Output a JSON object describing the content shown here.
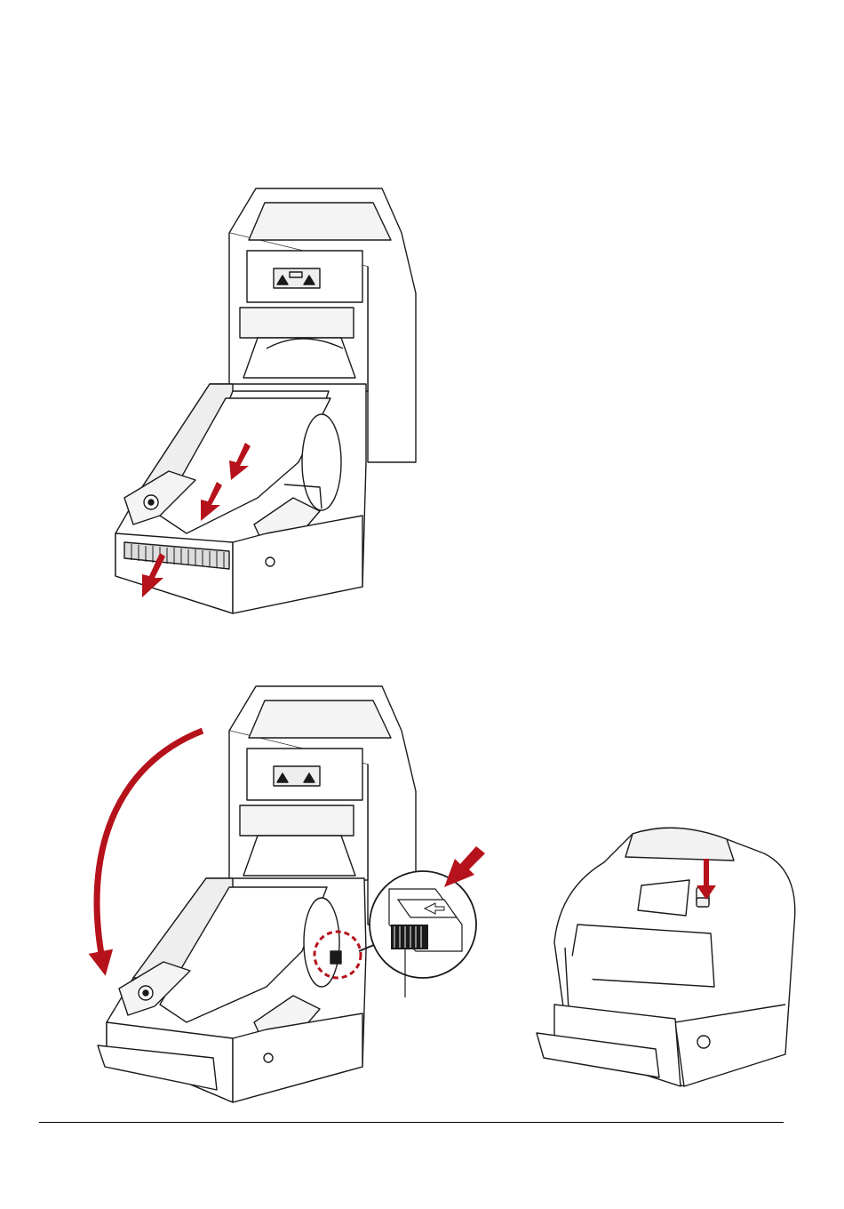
{
  "page": {
    "description_visible_text": [],
    "colors": {
      "accent_red": "#b5121b",
      "line": "#1a1a1a",
      "fill": "#ffffff",
      "shade": "#e9e9e9"
    }
  },
  "figures": [
    {
      "name": "load-media-through-cutter",
      "icons": [
        "printer-open-icon",
        "arrow-down-left-icon"
      ]
    },
    {
      "name": "close-top-cover-and-lock",
      "icons": [
        "printer-open-icon",
        "curved-arrow-icon",
        "latch-detail-icon"
      ]
    },
    {
      "name": "press-button-on-closed-printer",
      "icons": [
        "printer-closed-icon",
        "arrow-down-icon"
      ]
    }
  ]
}
